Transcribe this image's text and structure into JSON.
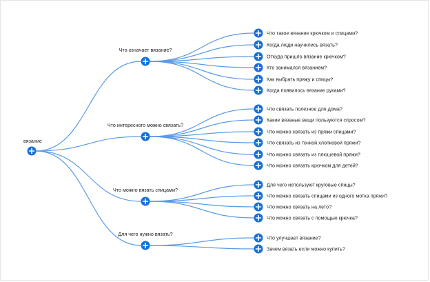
{
  "colors": {
    "edge": "#5a9be6",
    "node_button": "#1570d9",
    "label_text": "#222222",
    "background": "#ffffff"
  },
  "icons": {
    "node_button": "plus-circle-icon"
  },
  "root": {
    "label": "вязание",
    "children": [
      {
        "label": "Что означает вязание?",
        "children": [
          {
            "label": "Что такое вязание крючком и спицами?"
          },
          {
            "label": "Когда люди научились вязать?"
          },
          {
            "label": "Откуда пришло вязание крючком?"
          },
          {
            "label": "Кто занимался вязанием?"
          },
          {
            "label": "Как выбрать пряжу и спицы?"
          },
          {
            "label": "Когда появилось вязание руками?"
          }
        ]
      },
      {
        "label": "Что интересного можно связать?",
        "children": [
          {
            "label": "Что связать полезное для дома?"
          },
          {
            "label": "Какие вязаные вещи пользуются спросом?"
          },
          {
            "label": "Что можно связать из пряжи спицами?"
          },
          {
            "label": "Что связать из тонкой хлопковой пряжи?"
          },
          {
            "label": "Что можно связать из плюшевой пряжи?"
          },
          {
            "label": "Что можно связать крючком для детей?"
          }
        ]
      },
      {
        "label": "Что можно вязать спицами?",
        "children": [
          {
            "label": "Для чего используют круговые спицы?"
          },
          {
            "label": "Что можно связать спицами из одного мотка пряжи?"
          },
          {
            "label": "Что можно связать на лето?"
          },
          {
            "label": "Что можно связать с помощью крючка?"
          }
        ]
      },
      {
        "label": "Для чего нужно вязать?",
        "children": [
          {
            "label": "Что улучшает вязание?"
          },
          {
            "label": "Зачем вязать если можно купить?"
          }
        ]
      }
    ]
  }
}
